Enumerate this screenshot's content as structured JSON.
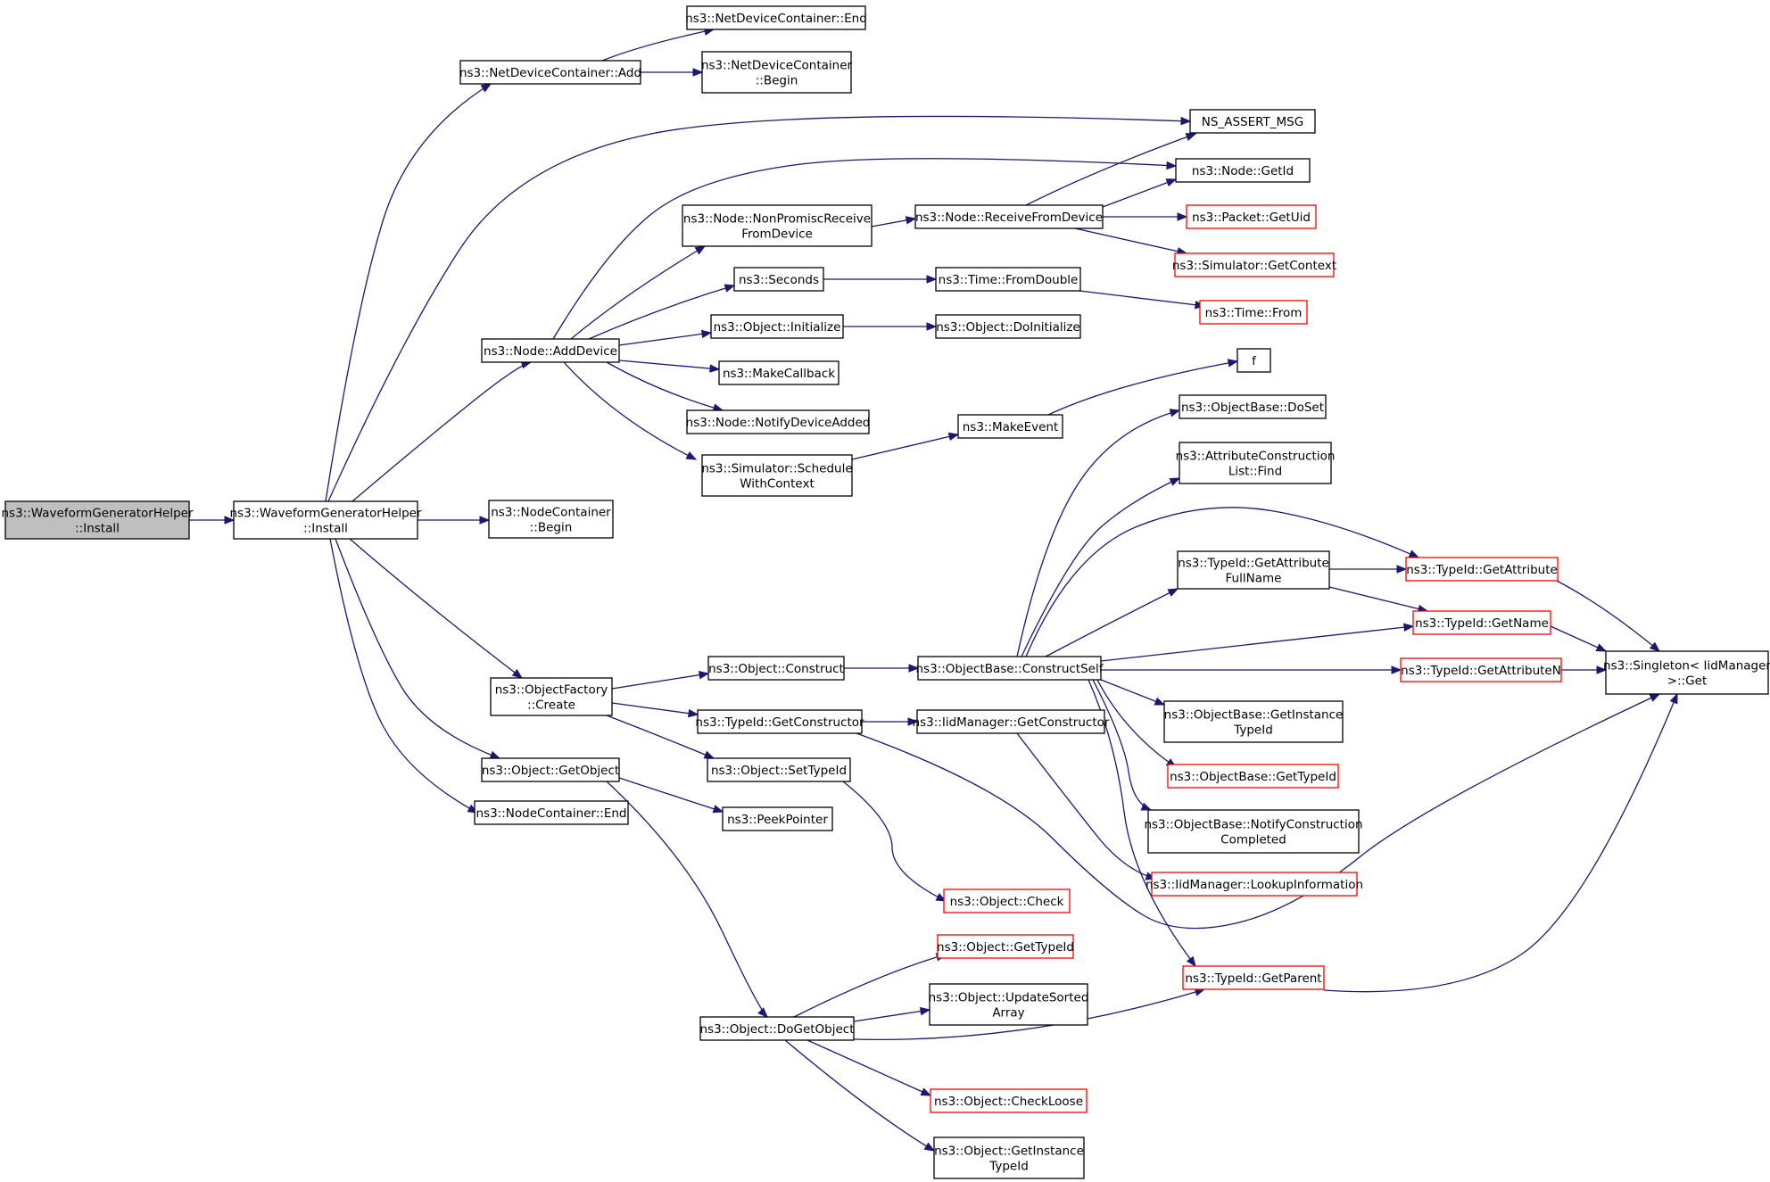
{
  "graph": {
    "colors": {
      "edge": "#191970",
      "node_border": "#000000",
      "truncated_border": "#ff0000",
      "root_fill": "#bfbfbf",
      "node_fill": "#ffffff"
    },
    "nodes": [
      {
        "id": "n_root",
        "lines": [
          "ns3::WaveformGeneratorHelper",
          "::Install"
        ],
        "style": "root"
      },
      {
        "id": "n_install",
        "lines": [
          "ns3::WaveformGeneratorHelper",
          "::Install"
        ],
        "style": "normal"
      },
      {
        "id": "n_ndc_add",
        "lines": [
          "ns3::NetDeviceContainer::Add"
        ],
        "style": "normal"
      },
      {
        "id": "n_ndc_end",
        "lines": [
          "ns3::NetDeviceContainer::End"
        ],
        "style": "normal"
      },
      {
        "id": "n_ndc_begin",
        "lines": [
          "ns3::NetDeviceContainer",
          "::Begin"
        ],
        "style": "normal"
      },
      {
        "id": "n_assert",
        "lines": [
          "NS_ASSERT_MSG"
        ],
        "style": "normal"
      },
      {
        "id": "n_node_getid",
        "lines": [
          "ns3::Node::GetId"
        ],
        "style": "normal"
      },
      {
        "id": "n_nonpromisc",
        "lines": [
          "ns3::Node::NonPromiscReceive",
          "FromDevice"
        ],
        "style": "normal"
      },
      {
        "id": "n_recvfrom",
        "lines": [
          "ns3::Node::ReceiveFromDevice"
        ],
        "style": "normal"
      },
      {
        "id": "n_packet_getuid",
        "lines": [
          "ns3::Packet::GetUid"
        ],
        "style": "truncated"
      },
      {
        "id": "n_sim_getcontext",
        "lines": [
          "ns3::Simulator::GetContext"
        ],
        "style": "truncated"
      },
      {
        "id": "n_seconds",
        "lines": [
          "ns3::Seconds"
        ],
        "style": "normal"
      },
      {
        "id": "n_time_fromdouble",
        "lines": [
          "ns3::Time::FromDouble"
        ],
        "style": "normal"
      },
      {
        "id": "n_time_from",
        "lines": [
          "ns3::Time::From"
        ],
        "style": "truncated"
      },
      {
        "id": "n_obj_init",
        "lines": [
          "ns3::Object::Initialize"
        ],
        "style": "normal"
      },
      {
        "id": "n_obj_doinit",
        "lines": [
          "ns3::Object::DoInitialize"
        ],
        "style": "normal"
      },
      {
        "id": "n_node_adddevice",
        "lines": [
          "ns3::Node::AddDevice"
        ],
        "style": "normal"
      },
      {
        "id": "n_makecallback",
        "lines": [
          "ns3::MakeCallback"
        ],
        "style": "normal"
      },
      {
        "id": "n_f",
        "lines": [
          "f"
        ],
        "style": "normal"
      },
      {
        "id": "n_notifydevadded",
        "lines": [
          "ns3::Node::NotifyDeviceAdded"
        ],
        "style": "normal"
      },
      {
        "id": "n_makeevent",
        "lines": [
          "ns3::MakeEvent"
        ],
        "style": "normal"
      },
      {
        "id": "n_sim_schedule",
        "lines": [
          "ns3::Simulator::Schedule",
          "WithContext"
        ],
        "style": "normal"
      },
      {
        "id": "n_ob_doset",
        "lines": [
          "ns3::ObjectBase::DoSet"
        ],
        "style": "normal"
      },
      {
        "id": "n_attrconst_find",
        "lines": [
          "ns3::AttributeConstruction",
          "List::Find"
        ],
        "style": "normal"
      },
      {
        "id": "n_nc_begin",
        "lines": [
          "ns3::NodeContainer",
          "::Begin"
        ],
        "style": "normal"
      },
      {
        "id": "n_tid_getattrfull",
        "lines": [
          "ns3::TypeId::GetAttribute",
          "FullName"
        ],
        "style": "normal"
      },
      {
        "id": "n_tid_getattr",
        "lines": [
          "ns3::TypeId::GetAttribute"
        ],
        "style": "truncated"
      },
      {
        "id": "n_tid_getname",
        "lines": [
          "ns3::TypeId::GetName"
        ],
        "style": "truncated"
      },
      {
        "id": "n_objfactory_create",
        "lines": [
          "ns3::ObjectFactory",
          "::Create"
        ],
        "style": "normal"
      },
      {
        "id": "n_obj_construct",
        "lines": [
          "ns3::Object::Construct"
        ],
        "style": "normal"
      },
      {
        "id": "n_ob_constructself",
        "lines": [
          "ns3::ObjectBase::ConstructSelf"
        ],
        "style": "normal"
      },
      {
        "id": "n_tid_getattrn",
        "lines": [
          "ns3::TypeId::GetAttributeN"
        ],
        "style": "truncated"
      },
      {
        "id": "n_singleton_get",
        "lines": [
          "ns3::Singleton< IidManager",
          " >::Get"
        ],
        "style": "normal"
      },
      {
        "id": "n_tid_getconstructor",
        "lines": [
          "ns3::TypeId::GetConstructor"
        ],
        "style": "normal"
      },
      {
        "id": "n_iid_getconstructor",
        "lines": [
          "ns3::IidManager::GetConstructor"
        ],
        "style": "normal"
      },
      {
        "id": "n_ob_getinstancetid",
        "lines": [
          "ns3::ObjectBase::GetInstance",
          "TypeId"
        ],
        "style": "normal"
      },
      {
        "id": "n_obj_getobject",
        "lines": [
          "ns3::Object::GetObject"
        ],
        "style": "normal"
      },
      {
        "id": "n_obj_settypeid",
        "lines": [
          "ns3::Object::SetTypeId"
        ],
        "style": "normal"
      },
      {
        "id": "n_ob_gettypeid",
        "lines": [
          "ns3::ObjectBase::GetTypeId"
        ],
        "style": "truncated"
      },
      {
        "id": "n_nc_end",
        "lines": [
          "ns3::NodeContainer::End"
        ],
        "style": "normal"
      },
      {
        "id": "n_peekpointer",
        "lines": [
          "ns3::PeekPointer"
        ],
        "style": "normal"
      },
      {
        "id": "n_ob_notifyconst",
        "lines": [
          "ns3::ObjectBase::NotifyConstruction",
          "Completed"
        ],
        "style": "normal"
      },
      {
        "id": "n_iid_lookup",
        "lines": [
          "ns3::IidManager::LookupInformation"
        ],
        "style": "truncated"
      },
      {
        "id": "n_obj_check",
        "lines": [
          "ns3::Object::Check"
        ],
        "style": "truncated"
      },
      {
        "id": "n_obj_gettypeid",
        "lines": [
          "ns3::Object::GetTypeId"
        ],
        "style": "truncated"
      },
      {
        "id": "n_tid_getparent",
        "lines": [
          "ns3::TypeId::GetParent"
        ],
        "style": "truncated"
      },
      {
        "id": "n_obj_updatesorted",
        "lines": [
          "ns3::Object::UpdateSorted",
          "Array"
        ],
        "style": "normal"
      },
      {
        "id": "n_obj_dogetobject",
        "lines": [
          "ns3::Object::DoGetObject"
        ],
        "style": "normal"
      },
      {
        "id": "n_obj_checkloose",
        "lines": [
          "ns3::Object::CheckLoose"
        ],
        "style": "truncated"
      },
      {
        "id": "n_obj_getinstancetid",
        "lines": [
          "ns3::Object::GetInstance",
          "TypeId"
        ],
        "style": "normal"
      }
    ],
    "edges": [
      [
        "n_root",
        "n_install"
      ],
      [
        "n_install",
        "n_ndc_add"
      ],
      [
        "n_install",
        "n_assert"
      ],
      [
        "n_install",
        "n_node_adddevice"
      ],
      [
        "n_install",
        "n_nc_begin"
      ],
      [
        "n_install",
        "n_objfactory_create"
      ],
      [
        "n_install",
        "n_obj_getobject"
      ],
      [
        "n_install",
        "n_nc_end"
      ],
      [
        "n_ndc_add",
        "n_ndc_end"
      ],
      [
        "n_ndc_add",
        "n_ndc_begin"
      ],
      [
        "n_node_adddevice",
        "n_node_getid"
      ],
      [
        "n_node_adddevice",
        "n_nonpromisc"
      ],
      [
        "n_node_adddevice",
        "n_seconds"
      ],
      [
        "n_node_adddevice",
        "n_obj_init"
      ],
      [
        "n_node_adddevice",
        "n_makecallback"
      ],
      [
        "n_node_adddevice",
        "n_notifydevadded"
      ],
      [
        "n_node_adddevice",
        "n_sim_schedule"
      ],
      [
        "n_nonpromisc",
        "n_recvfrom"
      ],
      [
        "n_recvfrom",
        "n_assert"
      ],
      [
        "n_recvfrom",
        "n_node_getid"
      ],
      [
        "n_recvfrom",
        "n_packet_getuid"
      ],
      [
        "n_recvfrom",
        "n_sim_getcontext"
      ],
      [
        "n_seconds",
        "n_time_fromdouble"
      ],
      [
        "n_time_fromdouble",
        "n_time_from"
      ],
      [
        "n_obj_init",
        "n_obj_doinit"
      ],
      [
        "n_sim_schedule",
        "n_makeevent"
      ],
      [
        "n_makeevent",
        "n_f"
      ],
      [
        "n_objfactory_create",
        "n_obj_construct"
      ],
      [
        "n_objfactory_create",
        "n_tid_getconstructor"
      ],
      [
        "n_objfactory_create",
        "n_obj_settypeid"
      ],
      [
        "n_obj_construct",
        "n_ob_constructself"
      ],
      [
        "n_ob_constructself",
        "n_ob_doset"
      ],
      [
        "n_ob_constructself",
        "n_attrconst_find"
      ],
      [
        "n_ob_constructself",
        "n_tid_getattr"
      ],
      [
        "n_ob_constructself",
        "n_tid_getattrfull"
      ],
      [
        "n_ob_constructself",
        "n_tid_getname"
      ],
      [
        "n_ob_constructself",
        "n_tid_getattrn"
      ],
      [
        "n_ob_constructself",
        "n_ob_getinstancetid"
      ],
      [
        "n_ob_constructself",
        "n_ob_gettypeid"
      ],
      [
        "n_ob_constructself",
        "n_ob_notifyconst"
      ],
      [
        "n_ob_constructself",
        "n_tid_getparent"
      ],
      [
        "n_tid_getattrfull",
        "n_tid_getattr"
      ],
      [
        "n_tid_getattrfull",
        "n_tid_getname"
      ],
      [
        "n_tid_getattr",
        "n_singleton_get"
      ],
      [
        "n_tid_getname",
        "n_singleton_get"
      ],
      [
        "n_tid_getattrn",
        "n_singleton_get"
      ],
      [
        "n_tid_getconstructor",
        "n_iid_getconstructor"
      ],
      [
        "n_tid_getconstructor",
        "n_singleton_get"
      ],
      [
        "n_iid_getconstructor",
        "n_iid_lookup"
      ],
      [
        "n_obj_settypeid",
        "n_obj_check"
      ],
      [
        "n_obj_getobject",
        "n_peekpointer"
      ],
      [
        "n_obj_getobject",
        "n_obj_dogetobject"
      ],
      [
        "n_obj_dogetobject",
        "n_obj_gettypeid"
      ],
      [
        "n_obj_dogetobject",
        "n_obj_updatesorted"
      ],
      [
        "n_obj_dogetobject",
        "n_tid_getparent"
      ],
      [
        "n_obj_dogetobject",
        "n_obj_checkloose"
      ],
      [
        "n_obj_dogetobject",
        "n_obj_getinstancetid"
      ],
      [
        "n_tid_getparent",
        "n_singleton_get"
      ]
    ]
  }
}
